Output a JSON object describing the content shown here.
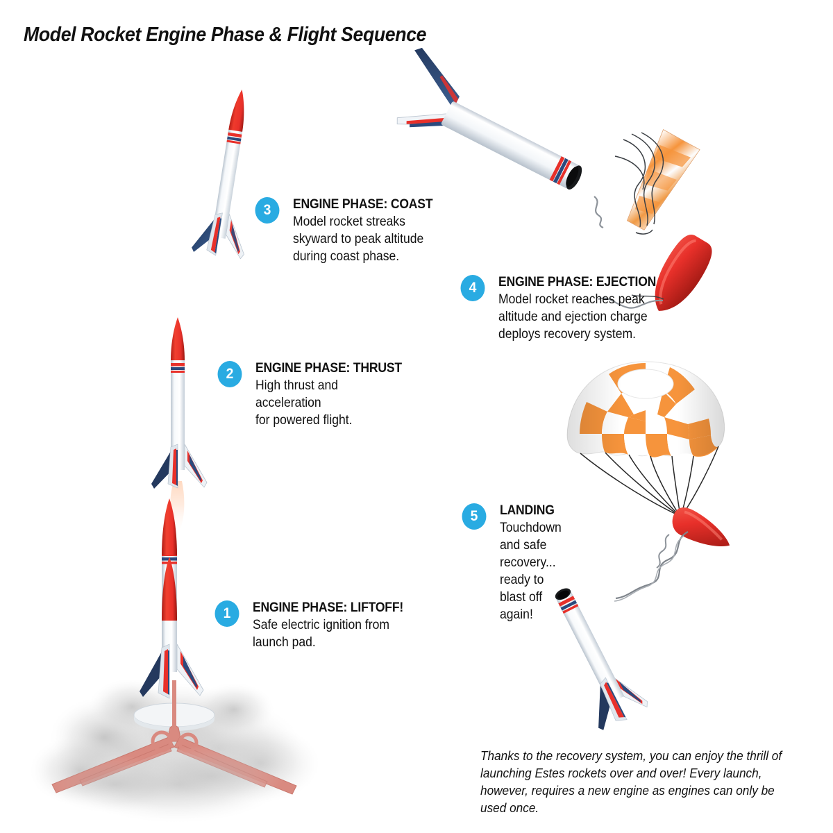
{
  "title": "Model Rocket Engine Phase & Flight Sequence",
  "colors": {
    "badge_blue": "#29abe2",
    "rocket_red": "#e8302a",
    "rocket_blue": "#2b4a7d",
    "rocket_white": "#f6f8fa",
    "parachute_orange": "#f6943c",
    "launch_pad": "#d98a80",
    "text": "#111111",
    "smoke": "#cfcfcf"
  },
  "steps": [
    {
      "number": "1",
      "heading": "ENGINE PHASE: LIFTOFF!",
      "body": "Safe electric ignition from\nlaunch pad."
    },
    {
      "number": "2",
      "heading": "ENGINE PHASE: THRUST",
      "body": "High thrust and acceleration\nfor powered flight."
    },
    {
      "number": "3",
      "heading": "ENGINE PHASE: COAST",
      "body": "Model rocket streaks\nskyward to peak altitude\nduring coast phase."
    },
    {
      "number": "4",
      "heading": "ENGINE PHASE: EJECTION",
      "body": "Model rocket reaches peak\naltitude and ejection charge\ndeploys recovery system."
    },
    {
      "number": "5",
      "heading": "LANDING",
      "body": "Touchdown and safe\nrecovery... ready to\nblast off again!"
    }
  ],
  "footer": "Thanks to the recovery system, you can enjoy the thrill of launching Estes rockets over and over! Every launch, however, requires a new engine as engines can only be used once.",
  "illustrations": [
    {
      "name": "rocket-on-launch-pad",
      "caption_step": "1"
    },
    {
      "name": "rocket-thrusting",
      "caption_step": "2"
    },
    {
      "name": "rocket-coasting",
      "caption_step": "3"
    },
    {
      "name": "rocket-ejecting-recovery-system",
      "caption_step": "4"
    },
    {
      "name": "rocket-descending-under-parachute",
      "caption_step": "5"
    }
  ]
}
